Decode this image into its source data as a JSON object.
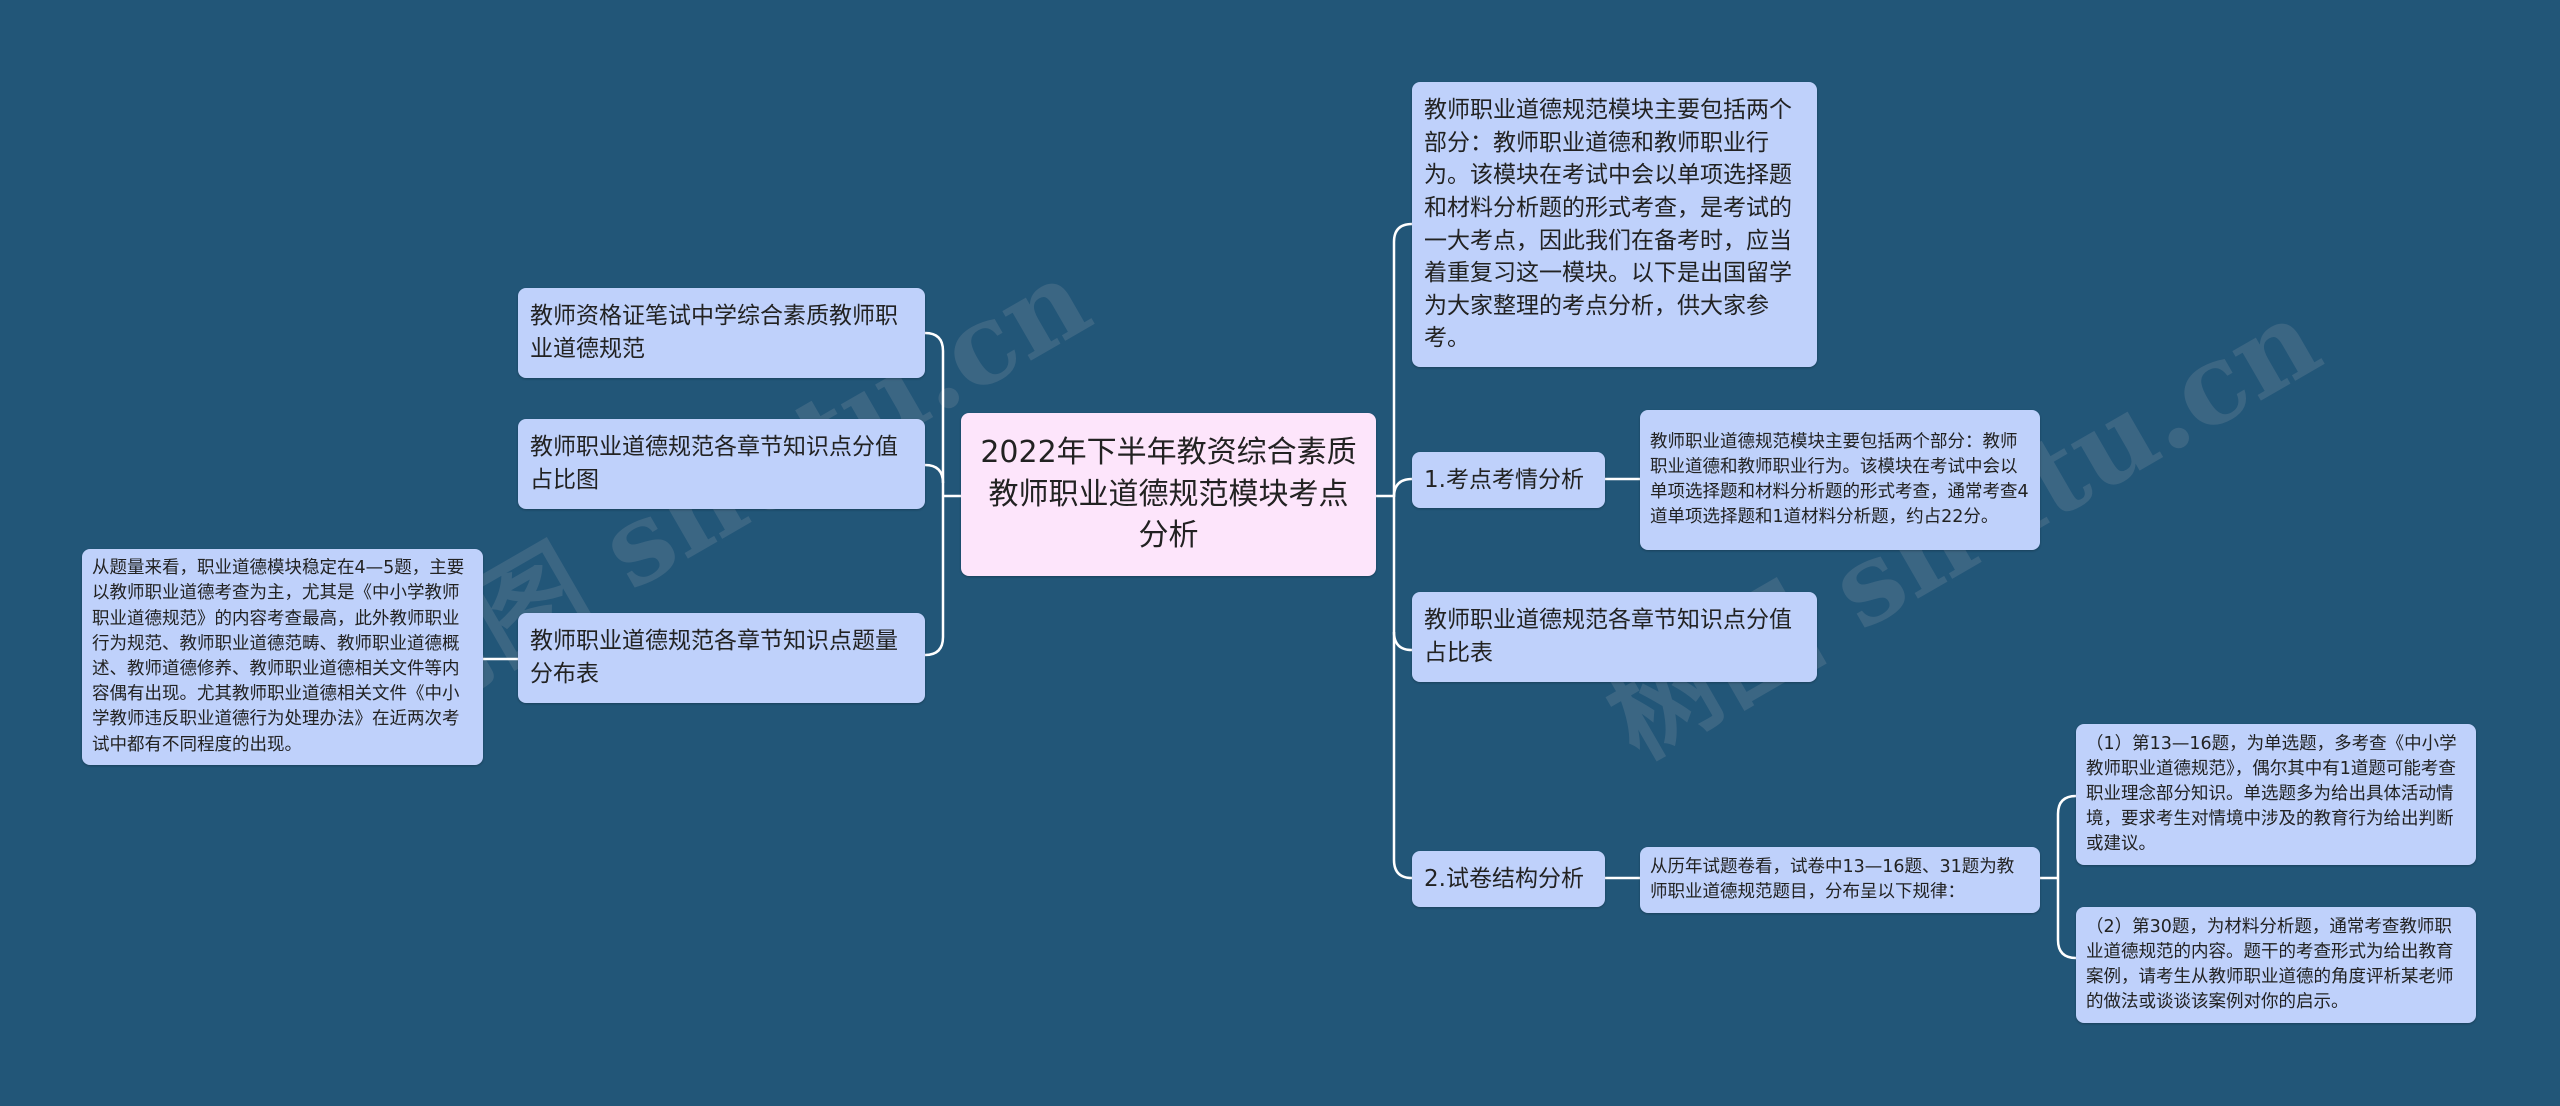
{
  "root": {
    "text": "2022年下半年教资综合素质教师职业道德规范模块考点分析",
    "bg_color": "#fde5fb"
  },
  "left": {
    "nodes": [
      {
        "text": "教师资格证笔试中学综合素质教师职业道德规范"
      },
      {
        "text": "教师职业道德规范各章节知识点分值占比图"
      },
      {
        "text": "教师职业道德规范各章节知识点题量分布表"
      }
    ],
    "detail": {
      "text": "从题量来看，职业道德模块稳定在4—5题，主要以教师职业道德考查为主，尤其是《中小学教师职业道德规范》的内容考查最高，此外教师职业行为规范、教师职业道德范畴、教师职业道德概述、教师道德修养、教师职业道德相关文件等内容偶有出现。尤其教师职业道德相关文件《中小学教师违反职业道德行为处理办法》在近两次考试中都有不同程度的出现。"
    }
  },
  "right": {
    "intro": {
      "text": "教师职业道德规范模块主要包括两个部分：教师职业道德和教师职业行为。该模块在考试中会以单项选择题和材料分析题的形式考查，是考试的一大考点，因此我们在备考时，应当着重复习这一模块。以下是出国留学为大家整理的考点分析，供大家参考。"
    },
    "branch1": {
      "label": "1.考点考情分析",
      "detail": "教师职业道德规范模块主要包括两个部分：教师职业道德和教师职业行为。该模块在考试中会以单项选择题和材料分析题的形式考查，通常考查4道单项选择题和1道材料分析题，约占22分。"
    },
    "table_node": {
      "text": "教师职业道德规范各章节知识点分值占比表"
    },
    "branch2": {
      "label": "2.试卷结构分析",
      "detail": "从历年试题卷看，试卷中13—16题、31题为教师职业道德规范题目，分布呈以下规律：",
      "items": [
        {
          "text": "（1）第13—16题，为单选题，多考查《中小学教师职业道德规范》，偶尔其中有1道题可能考查职业理念部分知识。单选题多为给出具体活动情境，要求考生对情境中涉及的教育行为给出判断或建议。"
        },
        {
          "text": "（2）第30题，为材料分析题，通常考查教师职业道德规范的内容。题干的考查形式为给出教育案例，请考生从教师职业道德的角度评析某老师的做法或谈谈该案例对你的启示。"
        }
      ]
    }
  },
  "watermarks": [
    "树图 shutu.cn",
    "树图 shutu.cn"
  ],
  "colors": {
    "background": "#225678",
    "node": "#bfd1fb",
    "connector": "#ffffff"
  }
}
